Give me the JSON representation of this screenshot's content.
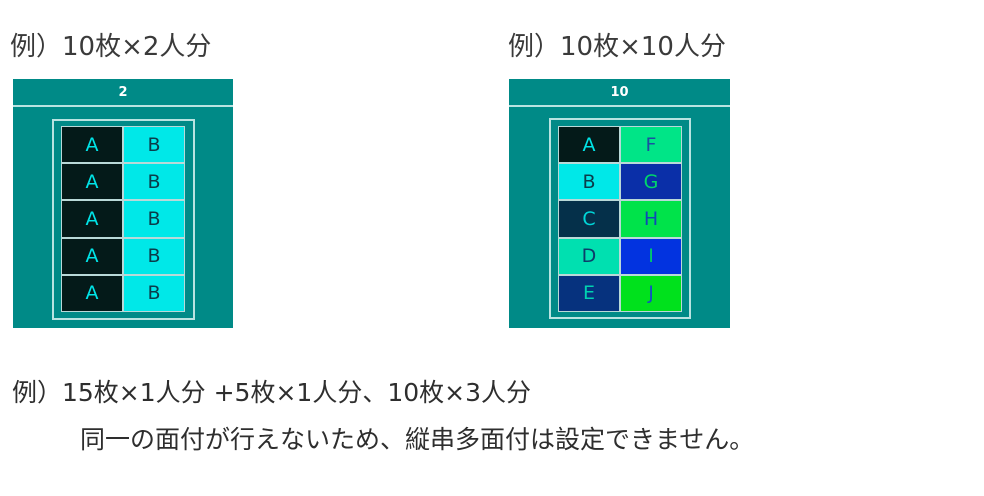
{
  "examples": [
    {
      "caption": "例）10枚×2人分",
      "header_label": "2",
      "cells": [
        {
          "label": "A",
          "bg": "#041a19",
          "fg": "#00e5e8"
        },
        {
          "label": "B",
          "bg": "#00e8e8",
          "fg": "#0b3c4a"
        },
        {
          "label": "A",
          "bg": "#041a19",
          "fg": "#00e5e8"
        },
        {
          "label": "B",
          "bg": "#00e8e8",
          "fg": "#0b3c4a"
        },
        {
          "label": "A",
          "bg": "#041a19",
          "fg": "#00e5e8"
        },
        {
          "label": "B",
          "bg": "#00e8e8",
          "fg": "#0b3c4a"
        },
        {
          "label": "A",
          "bg": "#041a19",
          "fg": "#00e5e8"
        },
        {
          "label": "B",
          "bg": "#00e8e8",
          "fg": "#0b3c4a"
        },
        {
          "label": "A",
          "bg": "#041a19",
          "fg": "#00e5e8"
        },
        {
          "label": "B",
          "bg": "#00e8e8",
          "fg": "#0b3c4a"
        }
      ]
    },
    {
      "caption": "例）10枚×10人分",
      "header_label": "10",
      "cells": [
        {
          "label": "A",
          "bg": "#041a19",
          "fg": "#00e5e8"
        },
        {
          "label": "F",
          "bg": "#00e587",
          "fg": "#1a50a0"
        },
        {
          "label": "B",
          "bg": "#00e8e8",
          "fg": "#0b3c4a"
        },
        {
          "label": "G",
          "bg": "#0a2fa8",
          "fg": "#00d66a"
        },
        {
          "label": "C",
          "bg": "#05304a",
          "fg": "#00d6d8"
        },
        {
          "label": "H",
          "bg": "#00e34a",
          "fg": "#1048b8"
        },
        {
          "label": "D",
          "bg": "#00e0b0",
          "fg": "#0d3c6a"
        },
        {
          "label": "I",
          "bg": "#0233e0",
          "fg": "#00c86a"
        },
        {
          "label": "E",
          "bg": "#06327e",
          "fg": "#00d2b0"
        },
        {
          "label": "J",
          "bg": "#00e11c",
          "fg": "#1450c0"
        }
      ]
    }
  ],
  "note": {
    "line1": "例）15枚×1人分 +5枚×1人分、10枚×3人分",
    "line2": "同一の面付が行えないため、縦串多面付は設定できません。"
  },
  "colors": {
    "panel_bg": "#008a87",
    "frame_line": "#b9e3e1"
  }
}
